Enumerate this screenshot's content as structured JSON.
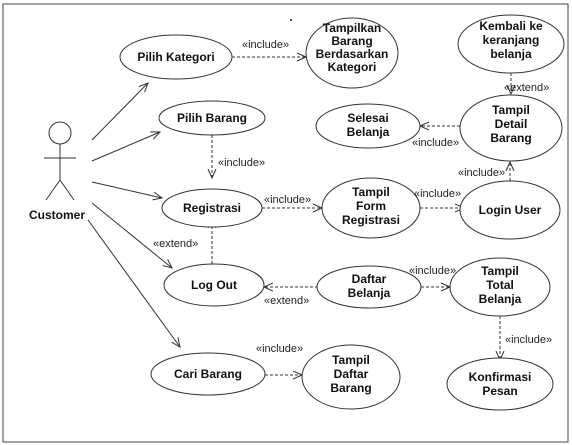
{
  "actor": {
    "label": "Customer"
  },
  "use_cases": {
    "pilih_kategori": [
      "Pilih Kategori"
    ],
    "tampilkan_barang": [
      "Tampilkan",
      "Barang",
      "Berdasarkan",
      "Kategori"
    ],
    "kembali": [
      "Kembali ke",
      "keranjang",
      "belanja"
    ],
    "pilih_barang": [
      "Pilih Barang"
    ],
    "selesai": [
      "Selesai",
      "Belanja"
    ],
    "tampil_detail": [
      "Tampil",
      "Detail",
      "Barang"
    ],
    "registrasi": [
      "Registrasi"
    ],
    "tampil_form": [
      "Tampil",
      "Form",
      "Registrasi"
    ],
    "login": [
      "Login User"
    ],
    "logout": [
      "Log Out"
    ],
    "daftar_belanja": [
      "Daftar",
      "Belanja"
    ],
    "tampil_total": [
      "Tampil",
      "Total",
      "Belanja"
    ],
    "cari_barang": [
      "Cari Barang"
    ],
    "tampil_daftar": [
      "Tampil",
      "Daftar",
      "Barang"
    ],
    "konfirmasi": [
      "Konfirmasi",
      "Pesan"
    ]
  },
  "relations": {
    "include": "«include»",
    "extend": "«extend»"
  },
  "colors": {
    "line": "#333333",
    "background": "#ffffff"
  }
}
